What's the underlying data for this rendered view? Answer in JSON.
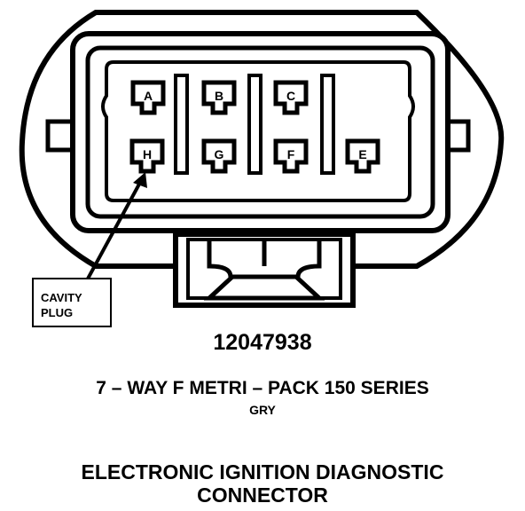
{
  "diagram": {
    "pins_top": [
      "A",
      "B",
      "C"
    ],
    "pins_bottom": [
      "H",
      "G",
      "F",
      "E"
    ],
    "callout": [
      "CAVITY",
      "PLUG"
    ]
  },
  "part_number": "12047938",
  "series": "7 – WAY F METRI – PACK 150 SERIES",
  "color": "GRY",
  "title": [
    "ELECTRONIC IGNITION DIAGNOSTIC",
    "CONNECTOR"
  ]
}
